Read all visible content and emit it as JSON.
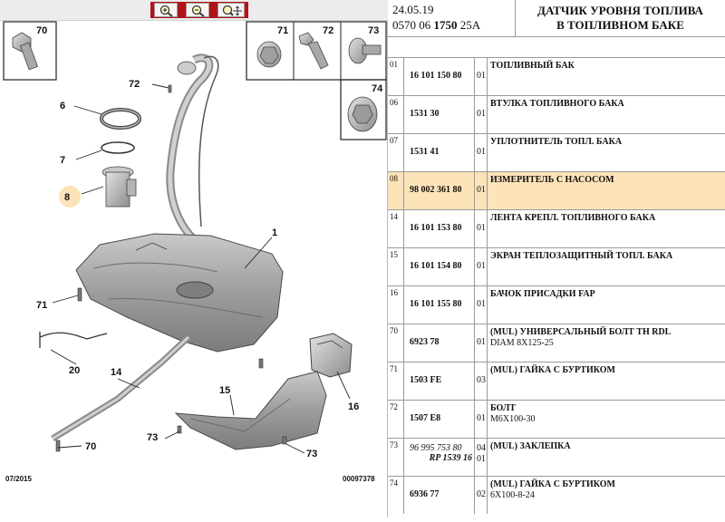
{
  "toolbar": {
    "buttons": [
      {
        "name": "zoom-in-button",
        "icon": "zoom-in-icon"
      },
      {
        "name": "zoom-out-button",
        "icon": "zoom-out-icon"
      },
      {
        "name": "pan-button",
        "icon": "pan-icon"
      }
    ]
  },
  "diagram": {
    "callouts": {
      "c70a": "70",
      "c71a": "71",
      "c72a": "72",
      "c73a": "73",
      "c74": "74",
      "c72b": "72",
      "c6": "6",
      "c7": "7",
      "c8": "8",
      "c1": "1",
      "c71b": "71",
      "c20": "20",
      "c14": "14",
      "c15": "15",
      "c16": "16",
      "c73b": "73",
      "c73c": "73",
      "c70b": "70"
    },
    "footer_left": "07/2015",
    "footer_right": "00097378",
    "highlight_color": "#fde3b8"
  },
  "header": {
    "date": "24.05.19",
    "ref_prefix": "0570 06 ",
    "ref_bold": "1750",
    "ref_suffix": " 25A",
    "title_line1": "ДАТЧИК УРОВНЯ ТОПЛИВА",
    "title_line2": "В ТОПЛИВНОМ БАКЕ"
  },
  "parts": [
    {
      "idx": "01",
      "ref": "16 101 150 80",
      "qty": "01",
      "desc": "ТОПЛИВНЫЙ БАК",
      "desc2": ""
    },
    {
      "idx": "06",
      "ref": "1531 30",
      "qty": "01",
      "desc": "ВТУЛКА ТОПЛИВНОГО БАКА",
      "desc2": ""
    },
    {
      "idx": "07",
      "ref": "1531 41",
      "qty": "01",
      "desc": "УПЛОТНИТЕЛЬ ТОПЛ. БАКА",
      "desc2": ""
    },
    {
      "idx": "08",
      "ref": "98 002 361 80",
      "qty": "01",
      "desc": "ИЗМЕРИТЕЛЬ С НАСОСОМ",
      "desc2": "",
      "highlight": true
    },
    {
      "idx": "14",
      "ref": "16 101 153 80",
      "qty": "01",
      "desc": "ЛЕНТА КРЕПЛ. ТОПЛИВНОГО БАКА",
      "desc2": ""
    },
    {
      "idx": "15",
      "ref": "16 101 154 80",
      "qty": "01",
      "desc": "ЭКРАН ТЕПЛОЗАЩИТНЫЙ ТОПЛ. БАКА",
      "desc2": ""
    },
    {
      "idx": "16",
      "ref": "16 101 155 80",
      "qty": "01",
      "desc": "БАЧОК ПРИСАДКИ FAP",
      "desc2": ""
    },
    {
      "idx": "70",
      "ref": "6923 78",
      "qty": "01",
      "desc": "(MUL) УНИВЕРСАЛЬНЫЙ БОЛТ TH RDL",
      "desc2": "DIAM 8X125-25"
    },
    {
      "idx": "71",
      "ref": "1503 FE",
      "qty": "03",
      "desc": "(MUL) ГАЙКА С БУРТИКОМ",
      "desc2": ""
    },
    {
      "idx": "72",
      "ref": "1507 E8",
      "qty": "01",
      "desc": "БОЛТ",
      "desc2": "M6X100-30"
    },
    {
      "idx": "73",
      "ref": "96 995 753 80",
      "ref2": "RP 1539 16",
      "qty": "04",
      "qty2": "01",
      "desc": "(MUL) ЗАКЛЕПКА",
      "desc2": "",
      "double": true
    },
    {
      "idx": "74",
      "ref": "6936 77",
      "qty": "02",
      "desc": "(MUL) ГАЙКА С БУРТИКОМ",
      "desc2": "6X100-8-24"
    }
  ]
}
